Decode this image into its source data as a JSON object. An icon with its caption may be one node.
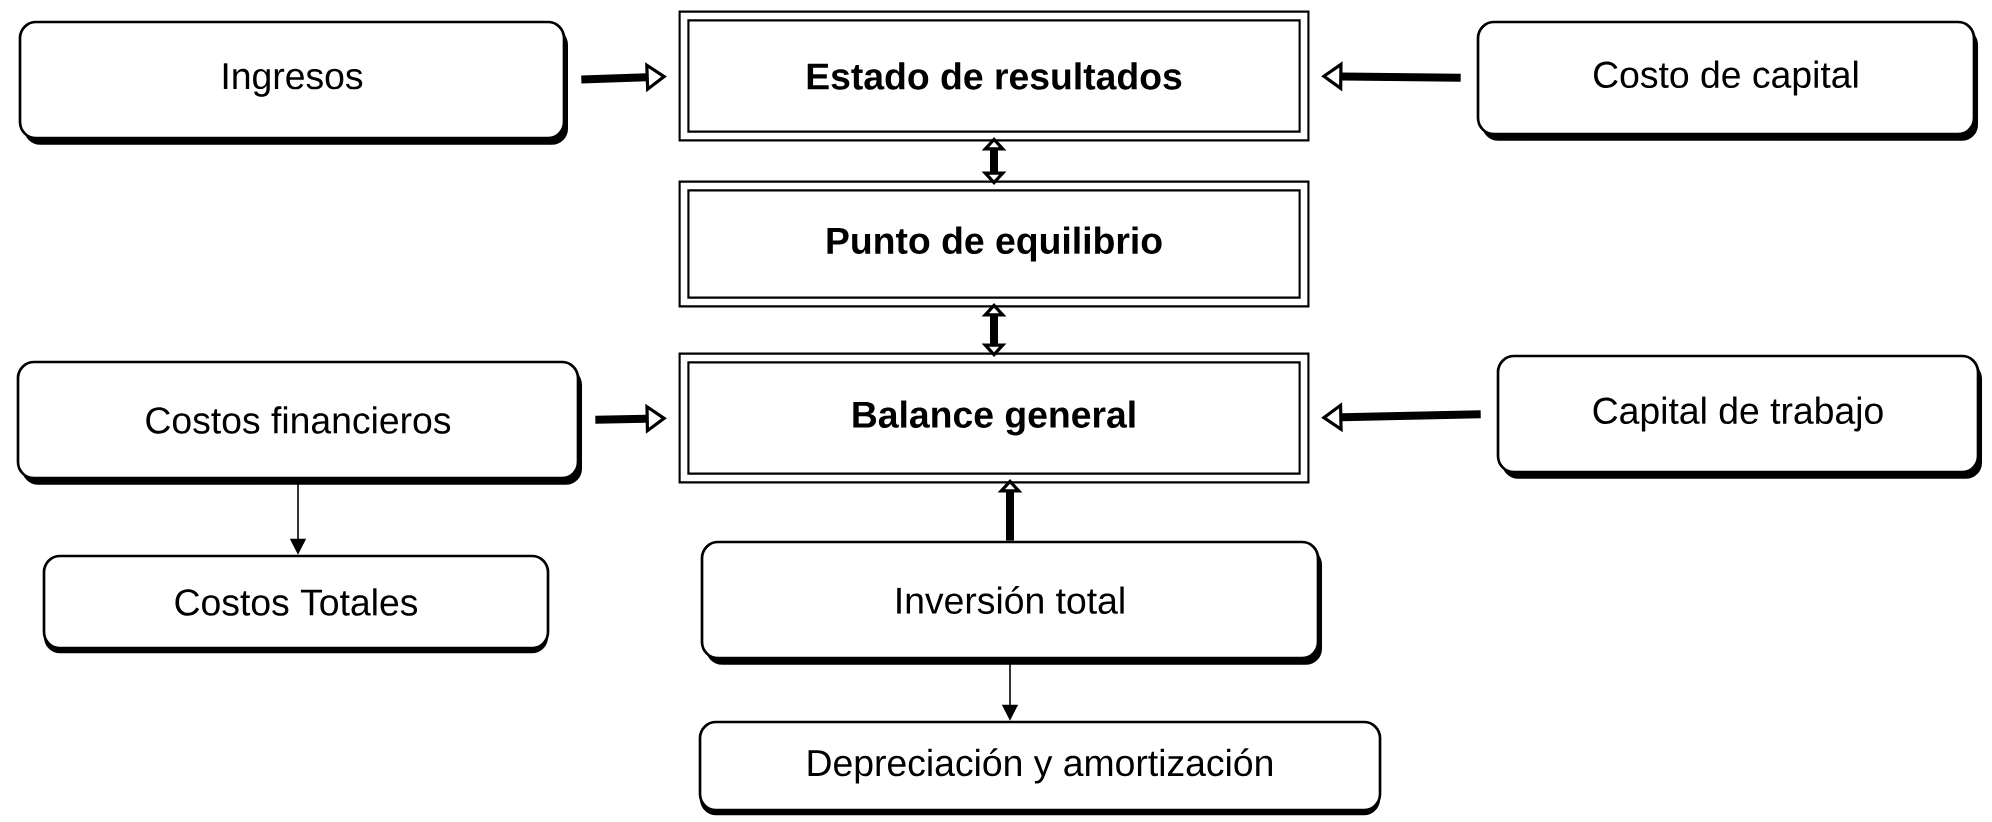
{
  "diagram": {
    "nodes": [
      {
        "text": [
          "Ingresos"
        ]
      },
      {
        "text": [
          "Estado de resultados"
        ]
      },
      {
        "text": [
          "Costo de capital"
        ]
      },
      {
        "text": [
          "Punto de equilibrio"
        ]
      },
      {
        "text": [
          "Costos financieros"
        ]
      },
      {
        "text": [
          "Balance general"
        ]
      },
      {
        "text": [
          "Capital de trabajo"
        ]
      },
      {
        "text": [
          "Costos Totales"
        ]
      },
      {
        "text": [
          "Inversión total"
        ]
      },
      {
        "text": [
          "Depreciación y amortización"
        ]
      }
    ],
    "edges": [
      {
        "from": 0,
        "to": 1,
        "arrow": "to"
      },
      {
        "from": 2,
        "to": 1,
        "arrow": "to"
      },
      {
        "from": 1,
        "to": 3,
        "arrow": "both"
      },
      {
        "from": 3,
        "to": 5,
        "arrow": "both"
      },
      {
        "from": 4,
        "to": 5,
        "arrow": "to"
      },
      {
        "from": 6,
        "to": 5,
        "arrow": "to"
      },
      {
        "from": 8,
        "to": 5,
        "arrow": "to"
      },
      {
        "from": 4,
        "to": 7,
        "arrow": "to"
      },
      {
        "from": 8,
        "to": 9,
        "arrow": "to"
      }
    ]
  }
}
